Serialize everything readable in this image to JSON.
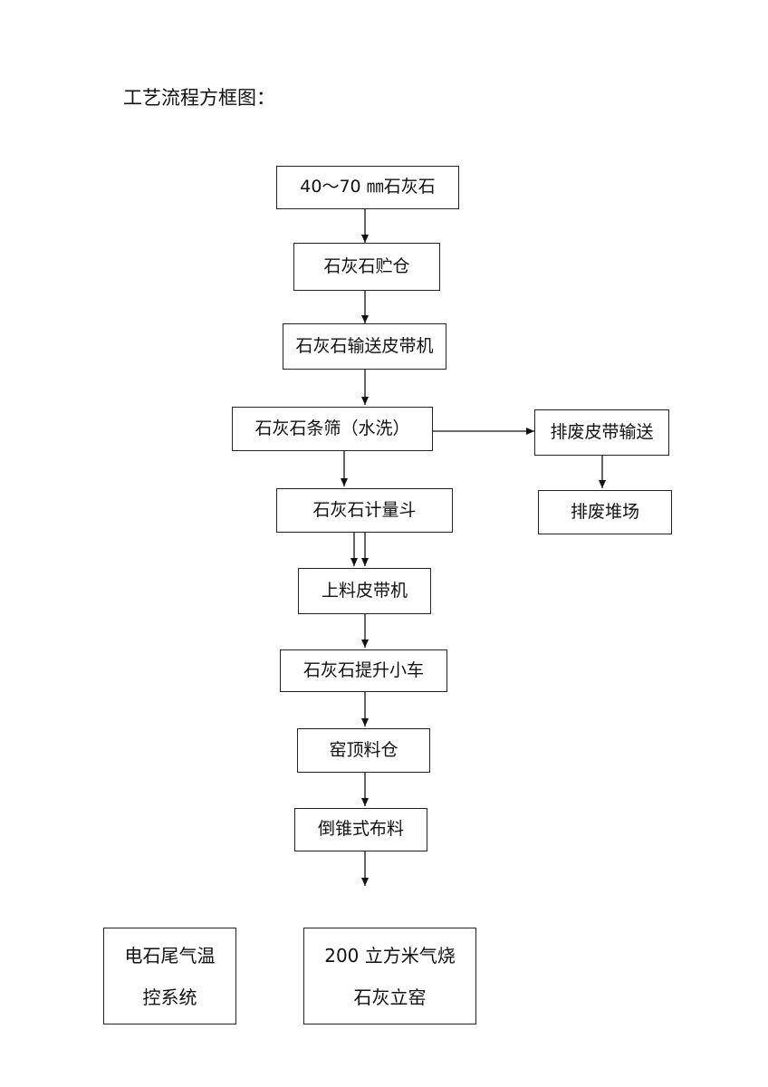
{
  "title": "工艺流程方框图：",
  "flow": {
    "raw_material": "40～70 ㎜石灰石",
    "storage_bin": "石灰石贮仓",
    "conveyor": "石灰石输送皮带机",
    "screen": "石灰石条筛（水洗）",
    "weigh_hopper": "石灰石计量斗",
    "feed_belt": "上料皮带机",
    "hoist_car": "石灰石提升小车",
    "kiln_top_bin": "窑顶料仓",
    "distributor": "倒锥式布料"
  },
  "waste": {
    "belt": "排废皮带输送",
    "yard": "排废堆场"
  },
  "bottom": {
    "control_line1": "电石尾气温",
    "control_line2": "控系统",
    "kiln_line1": "200 立方米气烧",
    "kiln_line2": "石灰立窑"
  }
}
